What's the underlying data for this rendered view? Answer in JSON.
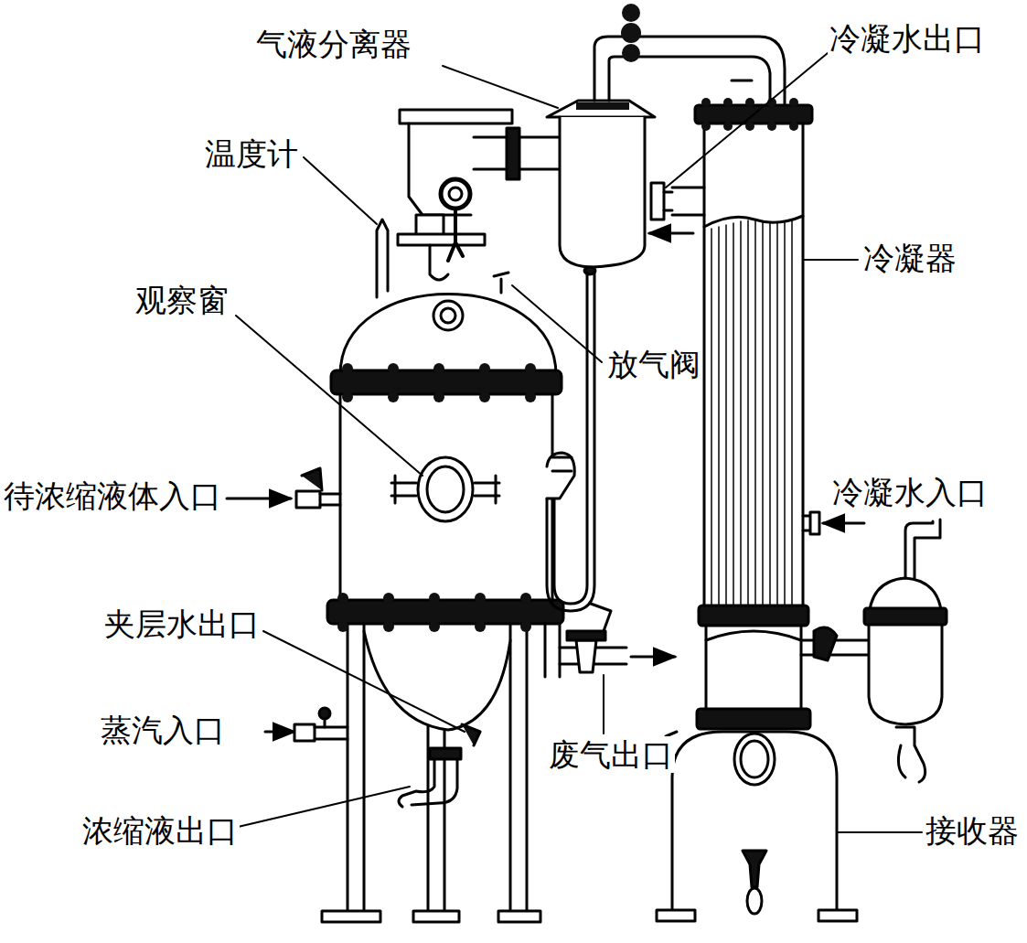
{
  "diagram": {
    "labels": [
      "气液分离器",
      "冷凝水出口",
      "温度计",
      "冷凝器",
      "观察窗",
      "放气阀",
      "待浓缩液体入口",
      "冷凝水入口",
      "夹层水出口",
      "蒸汽入口",
      "废气出口",
      "浓缩液出口",
      "接收器"
    ]
  }
}
